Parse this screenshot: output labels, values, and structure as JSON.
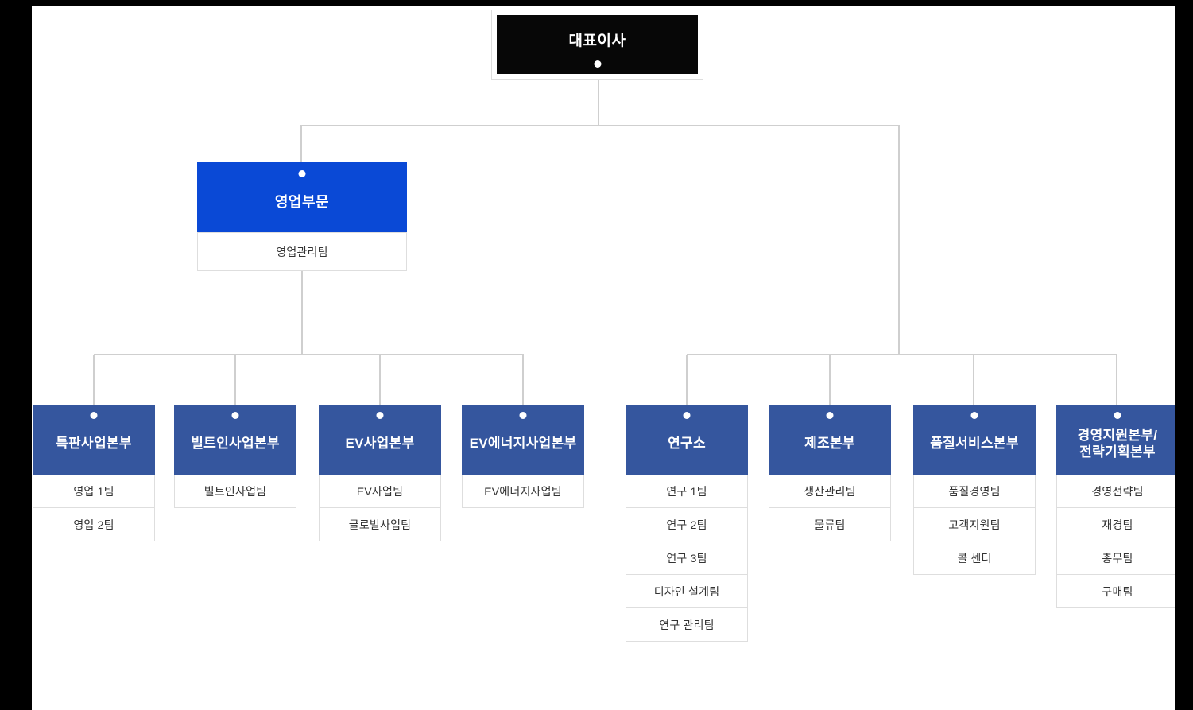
{
  "org": {
    "root": {
      "title": "대표이사"
    },
    "division": {
      "title": "영업부문",
      "teams": [
        "영업관리팀"
      ]
    },
    "departments": [
      {
        "title": "특판사업본부",
        "teams": [
          "영업 1팀",
          "영업 2팀"
        ]
      },
      {
        "title": "빌트인사업본부",
        "teams": [
          "빌트인사업팀"
        ]
      },
      {
        "title": "EV사업본부",
        "teams": [
          "EV사업팀",
          "글로벌사업팀"
        ]
      },
      {
        "title": "EV에너지사업본부",
        "teams": [
          "EV에너지사업팀"
        ]
      },
      {
        "title": "연구소",
        "teams": [
          "연구 1팀",
          "연구 2팀",
          "연구 3팀",
          "디자인 설계팀",
          "연구 관리팀"
        ]
      },
      {
        "title": "제조본부",
        "teams": [
          "생산관리팀",
          "물류팀"
        ]
      },
      {
        "title": "품질서비스본부",
        "teams": [
          "품질경영팀",
          "고객지원팀",
          "콜 센터"
        ]
      },
      {
        "title": "경영지원본부/\n전략기획본부",
        "teams": [
          "경영전략팀",
          "재경팀",
          "총무팀",
          "구매팀"
        ]
      }
    ],
    "colors": {
      "root_box": "#070707",
      "division_blue": "#0a49d6",
      "department_blue": "#35569e",
      "connector_gray": "#cfcfcf",
      "box_border": "#dedede"
    }
  }
}
